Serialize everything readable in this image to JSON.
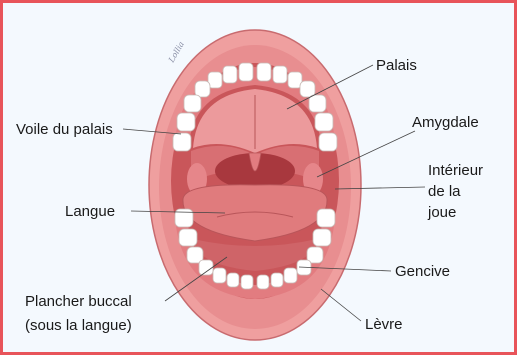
{
  "diagram": {
    "signature": "Lollia",
    "labels": {
      "palais": "Palais",
      "voile_du_palais": "Voile du palais",
      "amygdale": "Amygdale",
      "interieur_line1": "Intérieur",
      "interieur_line2": "de la",
      "interieur_line3": "joue",
      "langue": "Langue",
      "gencive": "Gencive",
      "plancher_line1": "Plancher buccal",
      "plancher_line2": "(sous la langue)",
      "levre": "Lèvre"
    },
    "colors": {
      "frame_border": "#e8545a",
      "background": "#f4f9fe",
      "lip": "#ef9f9f",
      "mouth_interior": "#c9565a",
      "tongue": "#e07b7d",
      "teeth": "#ffffff"
    }
  }
}
